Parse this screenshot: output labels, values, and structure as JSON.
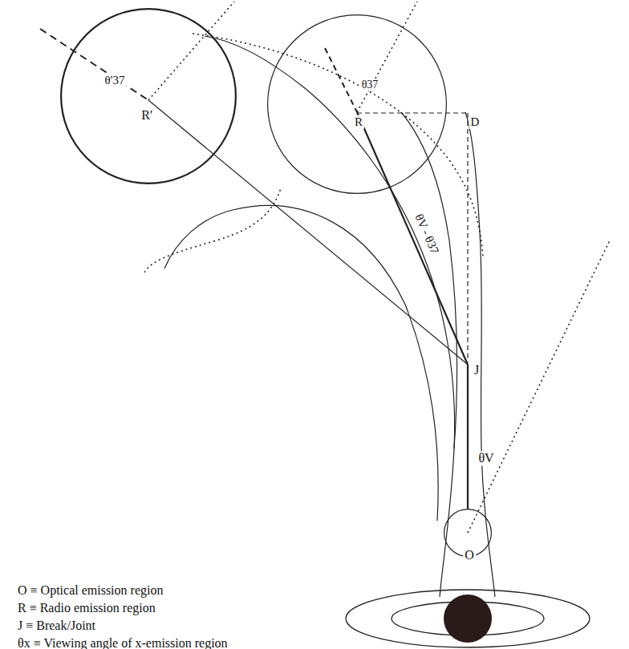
{
  "diagram": {
    "nodes": [
      {
        "text": [
          "θ'37",
          "R'"
        ]
      },
      {
        "text": [
          "θ37",
          "R"
        ]
      },
      {
        "text": [
          "O"
        ]
      }
    ],
    "labels": [
      "D",
      "J",
      "θV - θ37",
      "θV",
      "O ≡ Optical emission region",
      "R ≡ Radio emission region",
      "J ≡ Break/Joint",
      "θx ≡ Viewing angle of x-emission region"
    ]
  }
}
